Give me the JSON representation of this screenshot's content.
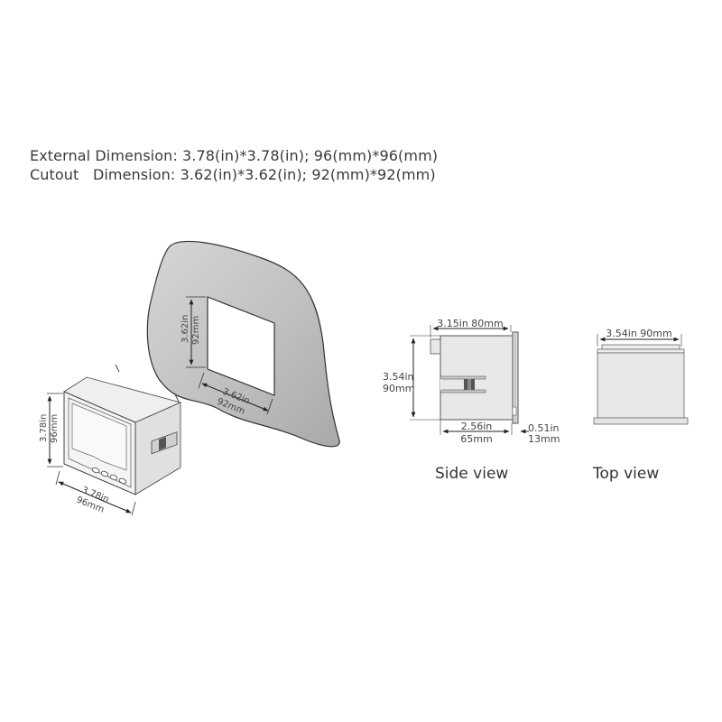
{
  "specs": {
    "external": {
      "label": "External",
      "dimension_label": "Dimension:",
      "value": "3.78(in)*3.78(in); 96(mm)*96(mm)"
    },
    "cutout": {
      "label": "Cutout",
      "dimension_label": "Dimension:",
      "value": "3.62(in)*3.62(in); 92(mm)*92(mm)"
    }
  },
  "panel_cutout": {
    "height_in": "3.62in",
    "height_mm": "92mm",
    "width_in": "3.62in",
    "width_mm": "92mm"
  },
  "meter_iso": {
    "height_in": "3.78in",
    "height_mm": "96mm",
    "width_in": "3.78in",
    "width_mm": "96mm",
    "button_count": 4
  },
  "side_view": {
    "caption": "Side view",
    "total_depth": "3.15in 80mm",
    "height_in": "3.54in",
    "height_mm": "90mm",
    "body_depth_in": "2.56in",
    "body_depth_mm": "65mm",
    "bezel_depth_in": "0.51in",
    "bezel_depth_mm": "13mm"
  },
  "top_view": {
    "caption": "Top view",
    "width": "3.54in 90mm"
  },
  "colors": {
    "panel_fill": "#bdbdbd",
    "body_fill": "#e8e8e8",
    "line": "#444444",
    "text": "#3a3a3a"
  }
}
